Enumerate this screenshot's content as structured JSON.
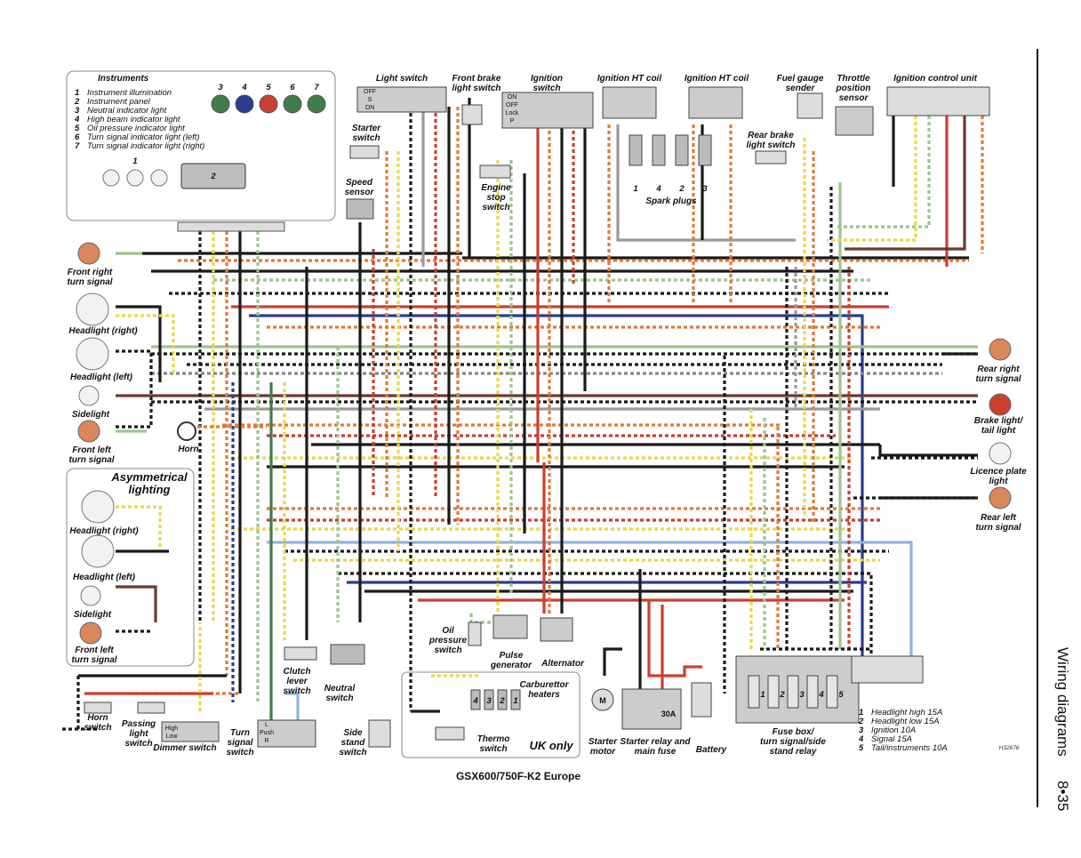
{
  "page": {
    "title": "GSX600/750F-K2 Europe",
    "side_title": "Wiring diagrams",
    "page_number": "8•35",
    "code": "H32676"
  },
  "instruments": {
    "heading": "Instruments",
    "items": [
      {
        "n": "1",
        "text": "Instrument illumination"
      },
      {
        "n": "2",
        "text": "Instrument panel"
      },
      {
        "n": "3",
        "text": "Neutral indicator light"
      },
      {
        "n": "4",
        "text": "High beam indicator light"
      },
      {
        "n": "5",
        "text": "Oil pressure indicator light"
      },
      {
        "n": "6",
        "text": "Turn signal indicator light (left)"
      },
      {
        "n": "7",
        "text": "Turn signal indicator light (right)"
      }
    ],
    "bulb_numbers": [
      "3",
      "4",
      "5",
      "6",
      "7"
    ],
    "illum_number": "1",
    "panel_number": "2"
  },
  "top_labels": {
    "light_switch": "Light switch",
    "front_brake": "Front brake light switch",
    "ignition_switch": "Ignition switch",
    "ht_coil_1": "Ignition HT coil",
    "ht_coil_2": "Ignition HT coil",
    "fuel_gauge": "Fuel gauge sender",
    "throttle": "Throttle position sensor",
    "icu": "Ignition control unit",
    "starter_switch": "Starter switch",
    "speed_sensor": "Speed sensor",
    "engine_stop": "Engine stop switch",
    "rear_brake": "Rear brake light switch",
    "spark_plugs": "Spark plugs",
    "plug_numbers": [
      "1",
      "4",
      "2",
      "3"
    ]
  },
  "light_switch_positions": [
    "OFF",
    "S",
    "ON"
  ],
  "ignition_positions": [
    "ON",
    "OFF",
    "Lock",
    "P"
  ],
  "left_labels": {
    "front_right_turn": "Front right turn signal",
    "headlight_right": "Headlight (right)",
    "headlight_left": "Headlight (left)",
    "sidelight": "Sidelight",
    "front_left_turn": "Front left turn signal",
    "horn": "Horn"
  },
  "asym": {
    "heading": "Asymmetrical lighting",
    "headlight_right": "Headlight (right)",
    "headlight_left": "Headlight (left)",
    "sidelight": "Sidelight",
    "front_left_turn": "Front left turn signal"
  },
  "right_labels": {
    "rear_right_turn": "Rear right turn signal",
    "brake_tail": "Brake light/ tail light",
    "licence": "Licence plate light",
    "rear_left_turn": "Rear left turn signal"
  },
  "bottom_labels": {
    "horn_switch": "Horn switch",
    "passing": "Passing light switch",
    "dimmer": "Dimmer switch",
    "turn_switch": "Turn signal switch",
    "clutch": "Clutch lever switch",
    "neutral": "Neutral switch",
    "side_stand": "Side stand switch",
    "oil_pressure": "Oil pressure switch",
    "pulse": "Pulse generator",
    "alternator": "Alternator",
    "carb_heaters": "Carburettor heaters",
    "carb_numbers": [
      "4",
      "3",
      "2",
      "1"
    ],
    "thermo": "Thermo switch",
    "uk_only": "UK only",
    "starter_motor": "Starter motor",
    "starter_relay": "Starter relay and main fuse",
    "relay_fuse": "30A",
    "battery": "Battery",
    "fuse_box": "Fuse box/ turn signal/side stand relay",
    "motor_symbol": "M",
    "fuse_numbers": [
      "1",
      "2",
      "3",
      "4",
      "5"
    ]
  },
  "dimmer_positions": [
    "High",
    "Low"
  ],
  "turn_positions": [
    "L",
    "Push",
    "R"
  ],
  "fuses": [
    {
      "n": "1",
      "text": "Headlight high 15A"
    },
    {
      "n": "2",
      "text": "Headlight low 15A"
    },
    {
      "n": "3",
      "text": "Ignition 10A"
    },
    {
      "n": "4",
      "text": "Signal 15A"
    },
    {
      "n": "5",
      "text": "Tail/instruments 10A"
    }
  ],
  "wire_colors": {
    "black": "#1a1a1a",
    "red": "#c8412f",
    "orange": "#e07a3a",
    "brown": "#6b3a2a",
    "blue": "#2a3d8f",
    "lightblue": "#8fb4e0",
    "green": "#3f7d4a",
    "lightgreen": "#9ec48f",
    "yellow": "#e8d84a",
    "grey": "#9a9a9a",
    "white": "#ffffff",
    "pink": "#e8a0a0"
  }
}
